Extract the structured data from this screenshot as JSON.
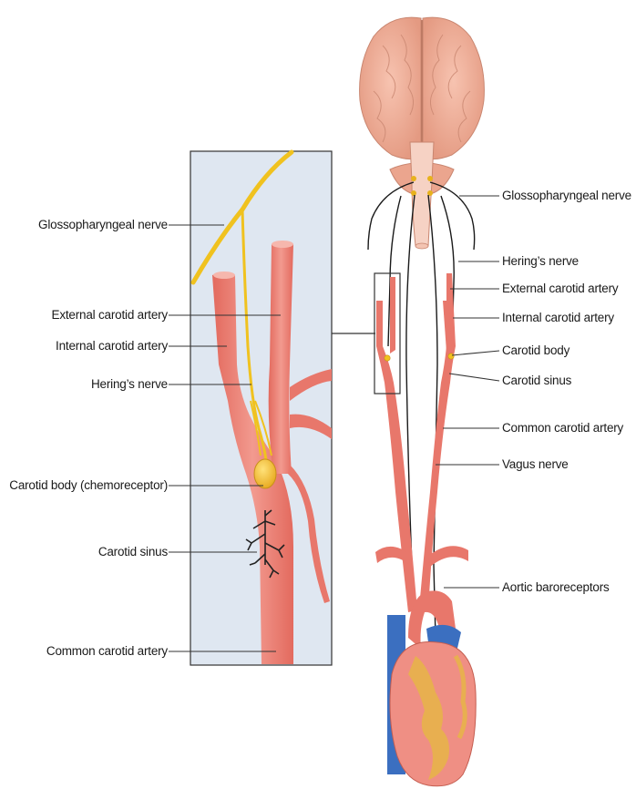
{
  "labels": {
    "left": {
      "glossopharyngeal_nerve": "Glossopharyngeal nerve",
      "external_carotid_artery": "External carotid artery",
      "internal_carotid_artery": "Internal carotid artery",
      "herings_nerve": "Hering’s nerve",
      "carotid_body": "Carotid body (chemoreceptor)",
      "carotid_sinus": "Carotid sinus",
      "common_carotid_artery": "Common carotid artery"
    },
    "right": {
      "glossopharyngeal_nerve": "Glossopharyngeal nerve",
      "herings_nerve": "Hering’s nerve",
      "external_carotid_artery": "External carotid artery",
      "internal_carotid_artery": "Internal carotid artery",
      "carotid_body": "Carotid body",
      "carotid_sinus": "Carotid sinus",
      "common_carotid_artery": "Common carotid artery",
      "vagus_nerve": "Vagus nerve",
      "aortic_baroreceptors": "Aortic baroreceptors"
    }
  },
  "colors": {
    "artery": "#e8776b",
    "artery_light": "#f2a59b",
    "nerve_yellow": "#f0c21f",
    "nerve_dark": "#1a1a1a",
    "inset_bg": "#dfe7f1",
    "brain": "#f1b09a",
    "vein": "#3b6fc0"
  }
}
